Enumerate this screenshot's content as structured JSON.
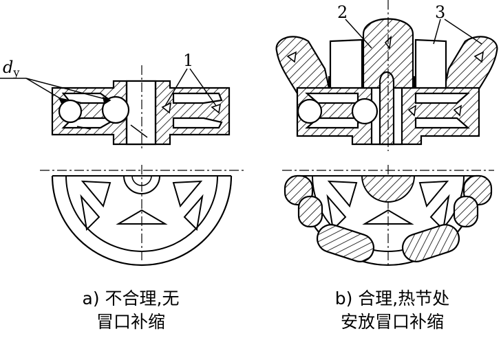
{
  "labels": {
    "dy_main": "d",
    "dy_sub": "y",
    "n1": "1",
    "n2": "2",
    "n3": "3"
  },
  "captions": {
    "a_line1": "a) 不合理,无",
    "a_line2": "冒口补缩",
    "b_line1": "b) 合理,热节处",
    "b_line2": "安放冒口补缩"
  }
}
